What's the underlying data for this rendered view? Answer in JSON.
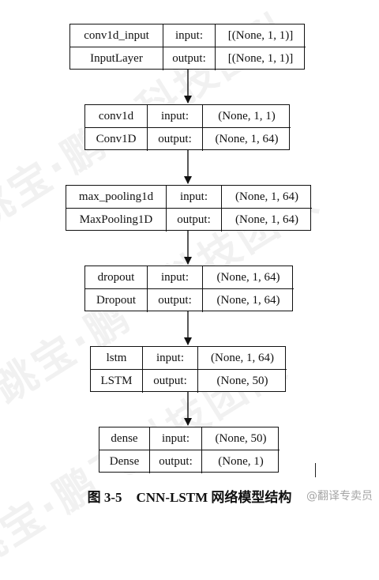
{
  "nodes": [
    {
      "name": "conv1d_input",
      "class": "InputLayer",
      "in_label": "input:",
      "in_val": "[(None, 1, 1)]",
      "out_label": "output:",
      "out_val": "[(None, 1, 1)]"
    },
    {
      "name": "conv1d",
      "class": "Conv1D",
      "in_label": "input:",
      "in_val": "(None, 1, 1)",
      "out_label": "output:",
      "out_val": "(None, 1, 64)"
    },
    {
      "name": "max_pooling1d",
      "class": "MaxPooling1D",
      "in_label": "input:",
      "in_val": "(None, 1, 64)",
      "out_label": "output:",
      "out_val": "(None, 1, 64)"
    },
    {
      "name": "dropout",
      "class": "Dropout",
      "in_label": "input:",
      "in_val": "(None, 1, 64)",
      "out_label": "output:",
      "out_val": "(None, 1, 64)"
    },
    {
      "name": "lstm",
      "class": "LSTM",
      "in_label": "input:",
      "in_val": "(None, 1, 64)",
      "out_label": "output:",
      "out_val": "(None, 50)"
    },
    {
      "name": "dense",
      "class": "Dense",
      "in_label": "input:",
      "in_val": "(None, 50)",
      "out_label": "output:",
      "out_val": "(None, 1)"
    }
  ],
  "caption": {
    "number": "图 3-5",
    "title": "CNN-LSTM 网络模型结构"
  },
  "watermark": {
    "text": "跳宝·鹏飞科技团队",
    "credit": "@翻译专卖员"
  }
}
